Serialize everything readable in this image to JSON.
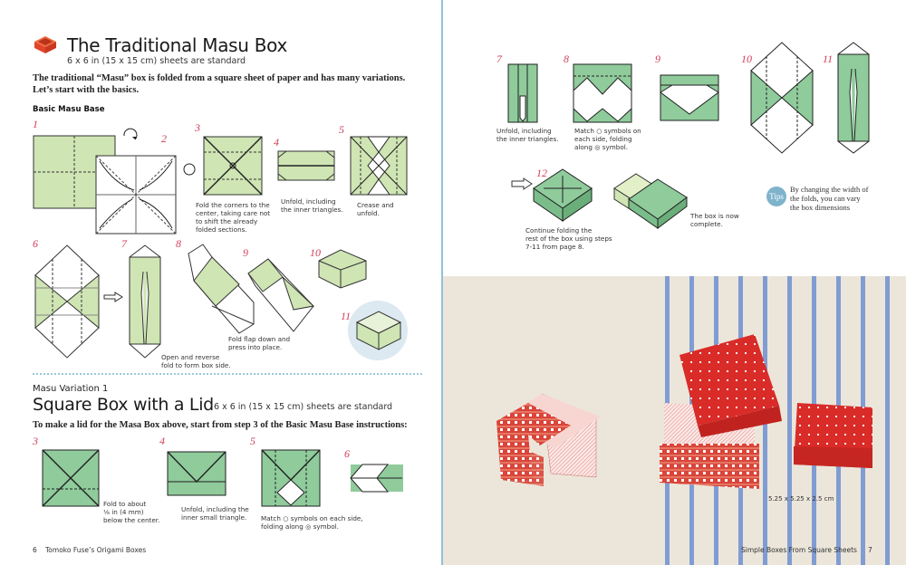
{
  "left_page": {
    "title": "The Traditional Masu Box",
    "subtitle": "6 x 6 in (15 x 15 cm) sheets are standard",
    "intro_line1": "The traditional “Masu” box is folded from a square sheet of paper and has many variations.",
    "intro_line2": "Let’s start with the basics.",
    "section_heading": "Basic Masu Base",
    "steps": [
      {
        "num": "1",
        "caption": ""
      },
      {
        "num": "2",
        "caption": ""
      },
      {
        "num": "3",
        "caption_lines": [
          "Fold the corners to the",
          "center, taking care not",
          "to shift the already",
          "folded sections."
        ]
      },
      {
        "num": "4",
        "caption_lines": [
          "Unfold, including",
          "the inner triangles."
        ]
      },
      {
        "num": "5",
        "caption_lines": [
          "Crease and",
          "unfold."
        ]
      },
      {
        "num": "6",
        "caption": ""
      },
      {
        "num": "7",
        "caption_lines": [
          "Open and reverse",
          "fold to form box side."
        ]
      },
      {
        "num": "8",
        "caption": ""
      },
      {
        "num": "9",
        "caption_lines": [
          "Fold flap down and",
          "press into place."
        ]
      },
      {
        "num": "10",
        "caption": ""
      },
      {
        "num": "11",
        "caption": ""
      }
    ],
    "variation": {
      "label": "Masu Variation 1",
      "title": "Square Box with a Lid",
      "subtitle": "6 x 6 in (15 x 15 cm) sheets are standard",
      "intro": "To make a lid for the Masa Box above, start from step 3 of the Basic Masu Base instructions:",
      "steps": [
        {
          "num": "3",
          "caption_lines": [
            "Fold to about",
            "⅛ in (4 mm)",
            "below the center."
          ]
        },
        {
          "num": "4",
          "caption_lines": [
            "Unfold, including the",
            "inner small triangle."
          ]
        },
        {
          "num": "5",
          "caption_lines": [
            "Match ○ symbols on each side,",
            "folding along ◎ symbol."
          ]
        },
        {
          "num": "6",
          "caption": ""
        }
      ]
    },
    "footer": {
      "page_number": "6",
      "book_title": "Tomoko Fuse’s Origami Boxes"
    }
  },
  "right_page": {
    "steps": [
      {
        "num": "7",
        "caption_lines": [
          "Unfold, including",
          "the inner triangles."
        ]
      },
      {
        "num": "8",
        "caption_lines": [
          "Match ○ symbols on",
          "each side, folding",
          "along ◎ symbol."
        ]
      },
      {
        "num": "9",
        "caption": ""
      },
      {
        "num": "10",
        "caption": ""
      },
      {
        "num": "11",
        "caption": ""
      },
      {
        "num": "12",
        "caption_lines": [
          "Continue folding the",
          "rest of the box using steps",
          "7-11 from page 8."
        ]
      }
    ],
    "complete_caption_lines": [
      "The box is now",
      "complete."
    ],
    "tips": {
      "badge": "Tips",
      "lines": [
        "By changing the width of",
        "the folds, you can vary",
        "the box dimensions"
      ]
    },
    "photo_caption": "5.25 x 5.25 x 2.5 cm",
    "footer": {
      "section_title": "Simple Boxes From Square Sheets",
      "page_number": "7"
    }
  },
  "colors": {
    "light_green": "#cfe5b4",
    "mid_green": "#8fcb9b",
    "step_red": "#d0405a",
    "spine_blue": "#8fc3d8",
    "box_red": "#e8452c"
  }
}
